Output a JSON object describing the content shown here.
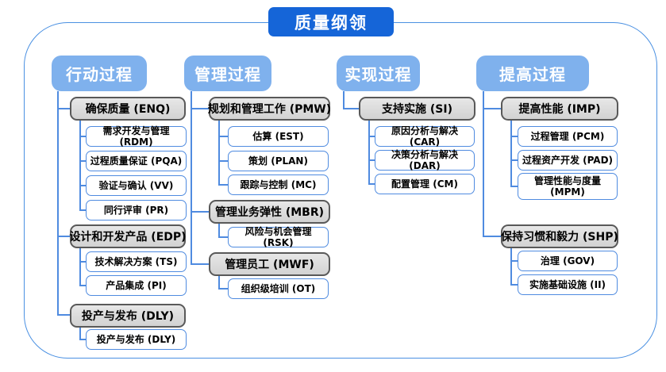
{
  "title": "质量纲领",
  "colors": {
    "title_bg": "#1565d8",
    "header_bg": "#7fb1ed",
    "connector": "#4f8be0",
    "group_fill": "#d9d9d9",
    "group_border": "#595959"
  },
  "columns": [
    {
      "header": "行动过程",
      "groups": [
        {
          "label": "确保质量 (ENQ)",
          "children": [
            "需求开发与管理 (RDM)",
            "过程质量保证 (PQA)",
            "验证与确认 (VV)",
            "同行评审 (PR)"
          ]
        },
        {
          "label": "设计和开发产品 (EDP)",
          "children": [
            "技术解决方案 (TS)",
            "产品集成 (PI)"
          ]
        },
        {
          "label": "投产与发布 (DLY)",
          "children": [
            "投产与发布 (DLY)"
          ]
        }
      ]
    },
    {
      "header": "管理过程",
      "groups": [
        {
          "label": "规划和管理工作 (PMW)",
          "children": [
            "估算 (EST)",
            "策划 (PLAN)",
            "跟踪与控制 (MC)"
          ]
        },
        {
          "label": "管理业务弹性 (MBR)",
          "children": [
            "风险与机会管理 (RSK)"
          ]
        },
        {
          "label": "管理员工 (MWF)",
          "children": [
            "组织级培训 (OT)"
          ]
        }
      ]
    },
    {
      "header": "实现过程",
      "groups": [
        {
          "label": "支持实施 (SI)",
          "children": [
            "原因分析与解决 (CAR)",
            "决策分析与解决 (DAR)",
            "配置管理 (CM)"
          ]
        }
      ]
    },
    {
      "header": "提高过程",
      "groups": [
        {
          "label": "提高性能 (IMP)",
          "children": [
            "过程管理 (PCM)",
            "过程资产开发 (PAD)",
            "管理性能与度量 (MPM)"
          ]
        },
        {
          "label": "保持习惯和毅力 (SHP)",
          "children": [
            "治理 (GOV)",
            "实施基础设施 (II)"
          ]
        }
      ]
    }
  ]
}
